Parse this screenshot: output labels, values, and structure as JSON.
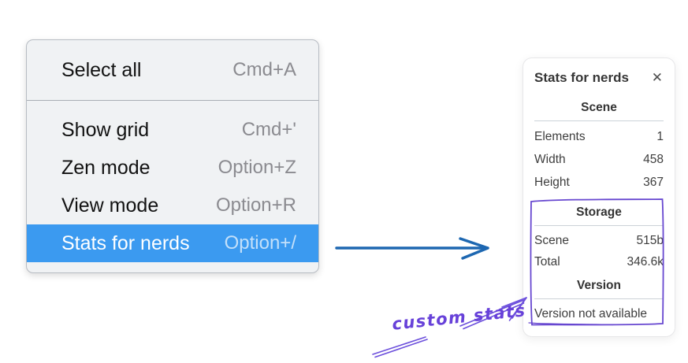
{
  "menu": {
    "sections": [
      {
        "items": [
          {
            "label": "Select all",
            "shortcut": "Cmd+A"
          }
        ]
      },
      {
        "items": [
          {
            "label": "Show grid",
            "shortcut": "Cmd+'"
          },
          {
            "label": "Zen mode",
            "shortcut": "Option+Z"
          },
          {
            "label": "View mode",
            "shortcut": "Option+R"
          },
          {
            "label": "Stats for nerds",
            "shortcut": "Option+/",
            "selected": true
          }
        ]
      }
    ]
  },
  "stats_panel": {
    "title": "Stats for nerds",
    "close_glyph": "✕",
    "scene": {
      "heading": "Scene",
      "rows": [
        {
          "label": "Elements",
          "value": "1"
        },
        {
          "label": "Width",
          "value": "458"
        },
        {
          "label": "Height",
          "value": "367"
        }
      ]
    },
    "storage": {
      "heading": "Storage",
      "rows": [
        {
          "label": "Scene",
          "value": "515b"
        },
        {
          "label": "Total",
          "value": "346.6k"
        }
      ]
    },
    "version": {
      "heading": "Version",
      "note": "Version not available"
    }
  },
  "annotation": {
    "label": "custom stats"
  },
  "colors": {
    "selected_item_bg": "#3b9af0",
    "selected_item_text": "#ffffff",
    "menu_bg": "#f0f2f4",
    "flow_arrow_blue": "#1d67b1",
    "annotation_purple": "#6741d9",
    "highlight_box_purple": "#6747d0"
  }
}
